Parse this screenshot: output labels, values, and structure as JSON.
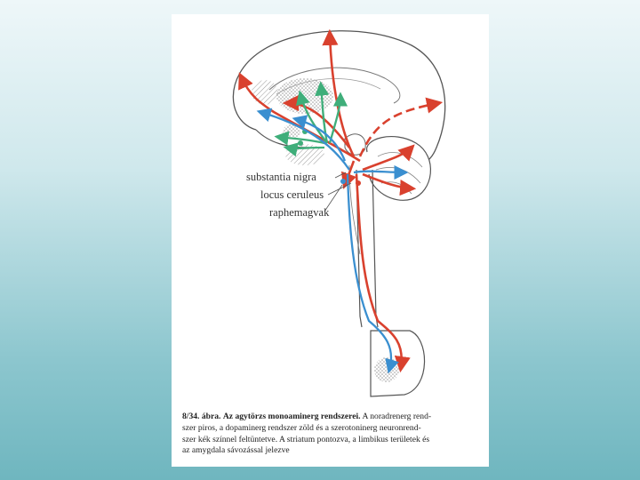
{
  "labels": {
    "substantia_nigra": "substantia nigra",
    "locus_ceruleus": "locus ceruleus",
    "raphemagvak": "raphemagvak"
  },
  "caption": {
    "figure_number": "8/34. ábra.",
    "title": "Az agytörzs monoaminerg rendszerei.",
    "line1_rest": "A noradrenerg rend-",
    "line2": "szer piros, a dopaminerg rendszer zöld és a szerotoninerg neuronrend-",
    "line3": "szer kék színnel feltüntetve. A striatum pontozva, a limbikus területek és",
    "line4": "az amygdala sávozással jelezve"
  },
  "colors": {
    "noradrenergic": "#d9412e",
    "dopaminergic": "#3fae7a",
    "serotonergic": "#3a8fd0",
    "outline": "#555555",
    "stipple": "#b8b8b8"
  }
}
